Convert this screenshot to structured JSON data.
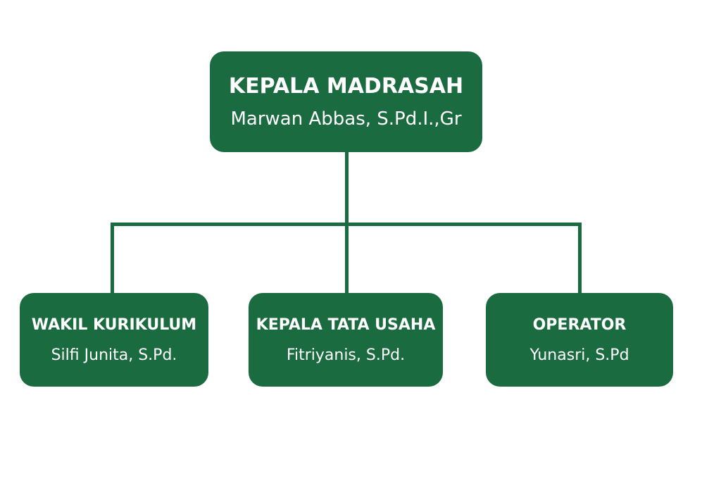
{
  "head": {
    "title": "KEPALA MADRASAH",
    "name": "Marwan Abbas, S.Pd.I.,Gr"
  },
  "subordinates": [
    {
      "title": "WAKIL KURIKULUM",
      "name": "Silfi Junita, S.Pd."
    },
    {
      "title": "KEPALA TATA USAHA",
      "name": "Fitriyanis, S.Pd."
    },
    {
      "title": "OPERATOR",
      "name": "Yunasri, S.Pd"
    }
  ],
  "colors": {
    "box": "#1b6b40",
    "text": "#ffffff"
  }
}
